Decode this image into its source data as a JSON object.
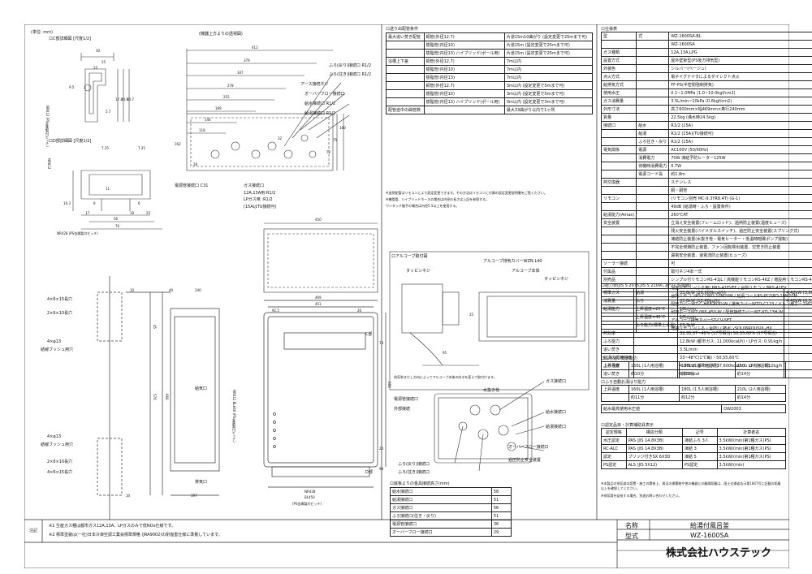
{
  "unit_label": "(単位: mm)",
  "detail_c": {
    "title": "ロC部詳細図 [尺度1/2]",
    "dims": [
      "30",
      "25",
      "15",
      "9.5",
      "17.4",
      "24.9",
      "30.7",
      "5.7"
    ],
    "side_label": "NR612 (PS金属製付ピッチ)"
  },
  "detail_d": {
    "title": "ロD部詳細図 [尺度1/2]",
    "dims": [
      "7.25",
      "7.25",
      "11",
      "9",
      "6",
      "16.3",
      "17",
      "19",
      "25",
      "56",
      "76"
    ],
    "side_label": "NR612",
    "bottom_label": "NR428 (PS金属製付ピッチ)"
  },
  "top_view": {
    "title": "(機器上方よりの透視図)",
    "dims": [
      "412",
      "379",
      "347",
      "278",
      "255",
      "199",
      "144",
      "118",
      "162",
      "28",
      "32",
      "72",
      "75",
      "160"
    ],
    "labels": [
      "ふろ(戻り)接続口 R1/2",
      "ふろ(往き)接続口 R1/2",
      "アース接続ネジ",
      "オーバーフロー接続口",
      "給水接続口 R1/2",
      "給湯接続口 R1/2",
      "電源管接続口 C31",
      "ガス接続口",
      "12A,13A用:R1/2",
      "LPガス用 :R1/2",
      "(15AはTU接続可)"
    ]
  },
  "front_view": {
    "dims_top": [
      "450",
      "469",
      "451",
      "92.5",
      "26",
      "40",
      "240",
      "10"
    ],
    "dims_side": [
      "45",
      "576",
      "666",
      "600",
      "73",
      "24",
      "98"
    ],
    "dims_bottom": [
      "10",
      "197",
      "NR428",
      "BL450"
    ],
    "labels": [
      "4×6×15長穴",
      "2×6×10長穴",
      "4×φ13",
      "結線ブッシュ用穴",
      "4×φ13",
      "結線ブッシュ用穴",
      "2×6×10長穴",
      "4×6×15長穴",
      "給気口",
      "排気口",
      "C部",
      "D部",
      "NR612 BL640 (PS金属製付ピッチ)",
      "(PS金属製付ピッチ)"
    ]
  },
  "pipe_table": {
    "title": "ロ送り出配管条件",
    "rows": [
      [
        "最大追い焚き配管",
        "銅管(外径12.7)",
        "片道15m10曲がり (設定変更で25mまで可)"
      ],
      [
        "",
        "樹脂管(内径10)",
        "片道15m (設定変更で25mまで可)"
      ],
      [
        "",
        "樹脂管(内径13) ハイブリッド(ポール用)",
        "片道15m (設定変更で25mまで可)"
      ],
      [
        "浴槽上下差",
        "銅管(外径12.7)",
        "7m以内"
      ],
      [
        "",
        "樹脂管(内径10)",
        "7m以内"
      ],
      [
        "",
        "樹脂管(内径13)",
        "7m以内"
      ],
      [
        "",
        "銅管(外径12.7)",
        "3m以内 (設定変更で5mまで可)"
      ],
      [
        "",
        "樹脂管(内径10)",
        "3m以内 (設定変更で5mまで可)"
      ],
      [
        "",
        "樹脂管(内径13) ハイブリッド(ポール用)",
        "0m以内 (設定変更で3mまで可)"
      ],
      [
        "配管途中の曲管数",
        "",
        "最大33曲がり以内で1ヶ所"
      ]
    ],
    "notes": [
      "※追焚配管はリモコンにより設定変更できます。その方法はリモコンに付属の設定変更説明書をご覧ください。",
      "※樹脂管、ハイブリッドホースの場合は内径の長さは上記を参照する。",
      "ワンタッチ継手の場合は内径5.5以上を使用する。"
    ]
  },
  "spec_table": {
    "title": "ロ仕様表",
    "rows": [
      [
        "型",
        "式",
        "WZ-1600SA-BL"
      ],
      [
        "",
        "",
        "WZ-1600SA"
      ],
      [
        "ガス種類",
        "",
        "12A,13A,LPG"
      ],
      [
        "設置方式",
        "",
        "屋外壁掛型(PS後方排気型)"
      ],
      [
        "外装色",
        "",
        "シルバー(ベージュ)"
      ],
      [
        "点火方式",
        "",
        "電子イグナイタによるダイレクト点火"
      ],
      [
        "給排気方式",
        "",
        "FF-PS(半密閉強制排気)"
      ],
      [
        "使用水圧",
        "",
        "0.1~1.0MPa (1.0~10.0kgf/cm2)"
      ],
      [
        "ガス消費量",
        "",
        "3.5L/min~10kPa (0.6kgf/cm2)"
      ],
      [
        "外形寸法",
        "",
        "高さ600mm×幅469mm×奥行240mm"
      ],
      [
        "質量",
        "",
        "22.5kg (満水時24.5kg)"
      ],
      [
        "接続口",
        "給水",
        "R1/2 (15A)"
      ],
      [
        "",
        "給湯",
        "R1/2 (15A)(TU接続可)"
      ],
      [
        "",
        "ふろ往き・戻り",
        "R1/2 (15A)"
      ],
      [
        "電気関係",
        "電源",
        "AC100V (50/60Hz)"
      ],
      [
        "",
        "消費電力",
        "70W 凍結予防ヒーター125W"
      ],
      [
        "",
        "待機時消費電力",
        "0.7W"
      ],
      [
        "",
        "電源コード長",
        "約1.8m"
      ],
      [
        "熱交換器",
        "",
        "ステンレス"
      ],
      [
        "",
        "",
        "銅・銅管"
      ],
      [
        "リモコン",
        "",
        "(リモコン別売 MC-9.3YR8.4T) (G-1)"
      ],
      [
        "",
        "",
        "49dB (給湯時・ふろ・設置条件)"
      ],
      [
        "給湯能力(Amax)",
        "",
        "260℃AT"
      ],
      [
        "安全装置",
        "",
        "立消え安全装置(フレームロッド)、過熱防止装置(温度ヒューズ)"
      ],
      [
        "",
        "",
        "残火安全装置(バイメタルスイッチ)、過圧防止安全装置(スプリング式)"
      ],
      [
        "",
        "",
        "凍結防止装置(水抜き栓・電気ヒーター・低温時暗礁ポンプ運転)"
      ],
      [
        "",
        "",
        "不完全燃焼防止装置、ファン回転検出装置、空焚き防止装置"
      ],
      [
        "",
        "",
        "漏電安全装置、過電流防止装置(ヒューズ)"
      ],
      [
        "ソーラー接続",
        "",
        "可"
      ],
      [
        "付属品",
        "",
        "取付ネジ4本一式"
      ],
      [
        "別売品",
        "",
        "シンプル付リモコンRS-41JL / 高機能リモコンRS-46Z / 増設用リモコンRS-404Z"
      ],
      [
        "",
        "",
        "浴室リモコン(ふろ用) BRS-41EVFF / 台所リモコン BRS-41EV"
      ],
      [
        "",
        "",
        "台所リモコンRS-CORD-10M20M / 延長コードRS-PCORD-10M20M"
      ],
      [
        "",
        "",
        "配管カバーWZ-C-H6B-KOD-W / 排気カバーWZO-C123 / ドレン用ホースWZN-L40"
      ],
      [
        "",
        "",
        "耐熱ホースWZ-066-450-W / 配管接続カバーWZ-KD-13H-W"
      ],
      [
        "",
        "",
        "アルコーブ排気カバーST-CV-SET"
      ],
      [
        "",
        "",
        "増設リモコン(ふろ・台所) / 熱ボンSOL06ROUSUL-HX"
      ]
    ]
  },
  "capacity_table": {
    "title": "ロ能力表(JIS S 2075,JIS S 2109に基づく性能値)",
    "rows": [
      [
        "標準ガス",
        "給湯",
        "33.6kW (28,900kcal/h)",
        "4.42kW (3,800kcal/h)"
      ],
      [
        "消費量",
        "ふろ",
        "33.6kW (12,40kg/h)",
        "4.42kW (0.316kg/h)"
      ],
      [
        "給湯能力",
        "上昇温度+25℃",
        "16L/min",
        ""
      ],
      [
        "",
        "上昇温度+40℃",
        "10L/min",
        ""
      ],
      [
        "",
        "ふろ能力(標準上水温)",
        "23.3kW",
        ""
      ],
      [
        "熱効率",
        "",
        "32,35,37~48% (17号相当) 50,55,60% (17号相当)",
        ""
      ],
      [
        "ふろ能力",
        "",
        "12.8kW (都市ガス: 11,000kcal/h)・LPガス: 0.91kg/h",
        ""
      ],
      [
        "追い焚き",
        "",
        "3.5L/min",
        ""
      ],
      [
        "給湯の燃焼温度",
        "",
        "33~48℃(1℃毎)・50,55,60℃",
        ""
      ],
      [
        "ふろ号数",
        "",
        "4.37kW (都市ガス: 37,600kcal/h)・LPガス: 3.12kg/h",
        ""
      ],
      [
        "追い焚き",
        "",
        "6,830kcal",
        ""
      ]
    ]
  },
  "hot_water_tables": {
    "title1": "ロふろ追い焚き能力",
    "row1": [
      "上昇温度",
      "160L (1人用浴槽)",
      "180L (1.5人用浴槽)",
      "210L (2人用浴槽)"
    ],
    "row1b": [
      "",
      "約10分",
      "約12分",
      "約14分"
    ],
    "title2": "ロふろ自動お湯はり能力",
    "row2": [
      "上昇温度",
      "160L (1人用浴槽)",
      "180L (1.5人用浴槽)",
      "210L (2人用浴槽)"
    ],
    "row2b": [
      "",
      "約11分",
      "約12分",
      "約14分"
    ],
    "standard": [
      "給水最高使用水圧値",
      "OW2003"
    ]
  },
  "approval_table": {
    "title": "ロ認定品目・計算補助具表示",
    "headers": [
      "認定規格",
      "構造分類",
      "記号",
      "計算者名"
    ],
    "rows": [
      [
        "水圧認定",
        "PAS (JIS 14.8X3B)",
        "凍結ふろ 3人",
        "3.5kW/(min)第1種ガス(PS)"
      ],
      [
        "RC-ALC",
        "PAS (JIS 14.8X3B)",
        "凍結 3",
        "3.5kW/(min)第1種ガス(PS)"
      ],
      [
        "認定",
        "ブリッジ付きSX 6X3D",
        "凍結 5",
        "3.5kW/(min)第1種ガス(PS)"
      ],
      [
        "PS認定",
        "ALS (JIS 5X12)",
        "PS認定",
        "3.5kW/(min)"
      ]
    ],
    "notes": [
      "※本製品の排気部の設置・施工の関係上、周辺の建築物や他の機器との離隔距離は、国土交通省告示第1847号に記載の距離以上を確保してください。",
      "※排気筒を延長する場合、別途お問い合わせください。"
    ]
  },
  "alcove": {
    "title": "ロアルコーブ取付図",
    "labels": [
      "タッピンネジ",
      "アルコーブ排気カバーWZN-L40",
      "アルコーブ本体",
      "タッピンネジ"
    ],
    "dims": [
      "95",
      "25"
    ],
    "note": "排気吹きだし方向によってアルコーブ本体の向きを変えて取付けます。"
  },
  "bottom_view": {
    "labels": [
      "電源管接続口",
      "外部接続",
      "水抜き栓",
      "ガス接続口",
      "給水接続口",
      "給湯接続口",
      "ふろ(戻り)接続口",
      "ふろ(往き)接続口",
      "オーバーフロー接続口",
      "過圧防止安全装置"
    ]
  },
  "height_table": {
    "title": "ロ底板よりの金具接続高さ(mm)",
    "rows": [
      [
        "給水接続口",
        "58"
      ],
      [
        "給湯接続口",
        "51"
      ],
      [
        "ガス接続口",
        "56"
      ],
      [
        "ふろ接続口(往き・戻り)",
        "51"
      ],
      [
        "電源管接続口",
        "36"
      ],
      [
        "オーバーフロー接続口",
        "29"
      ]
    ]
  },
  "notes_box": {
    "label": "注記",
    "lines": [
      "※1 生産ガス種は都市ガス12A,13A、LPガスのみで低NOx仕様です。",
      "※2 標準塗装は(一社)日本冷凍空調工業会標準規格 (JRA9002)の耐塩害仕様に準拠しています。"
    ]
  },
  "title_block": {
    "name_label": "名称",
    "name_value": "給湯付風呂釜",
    "model_label": "型式",
    "model_value": "WZ-1600SA",
    "company": "株式会社ハウステック"
  }
}
